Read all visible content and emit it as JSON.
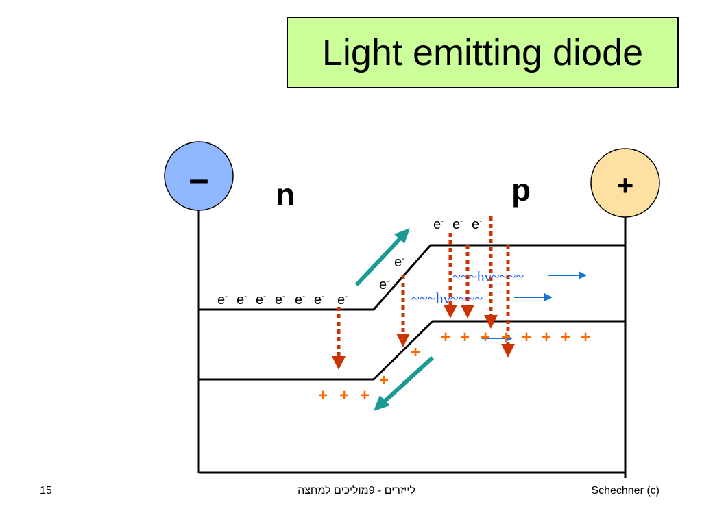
{
  "title": "Light emitting diode",
  "terminals": {
    "negative": {
      "symbol": "–",
      "color": "#8fb8ff"
    },
    "positive": {
      "symbol": "+",
      "color": "#ffe0a3"
    }
  },
  "region_labels": {
    "n": "n",
    "p": "p"
  },
  "electron_symbol": "e",
  "electron_sup": "-",
  "hole_symbol": "+",
  "photon_left": {
    "prefix": "~~~",
    "label": "hν",
    "suffix": "~~~~"
  },
  "photon_right": {
    "prefix": "~~~",
    "label": "hν",
    "suffix": "~~~~"
  },
  "colors": {
    "band_line": "#000000",
    "drop_arrow": "#cc3300",
    "hole": "#ff6a00",
    "photon": "#1a5fff",
    "photon_arrow": "#1a75d0",
    "flow_arrow": "#1a9a94"
  },
  "footer": {
    "slide_number": "15",
    "center_text": "לייזרים - 9מוליכים למחצה",
    "right_text": "Schechner (c)"
  }
}
